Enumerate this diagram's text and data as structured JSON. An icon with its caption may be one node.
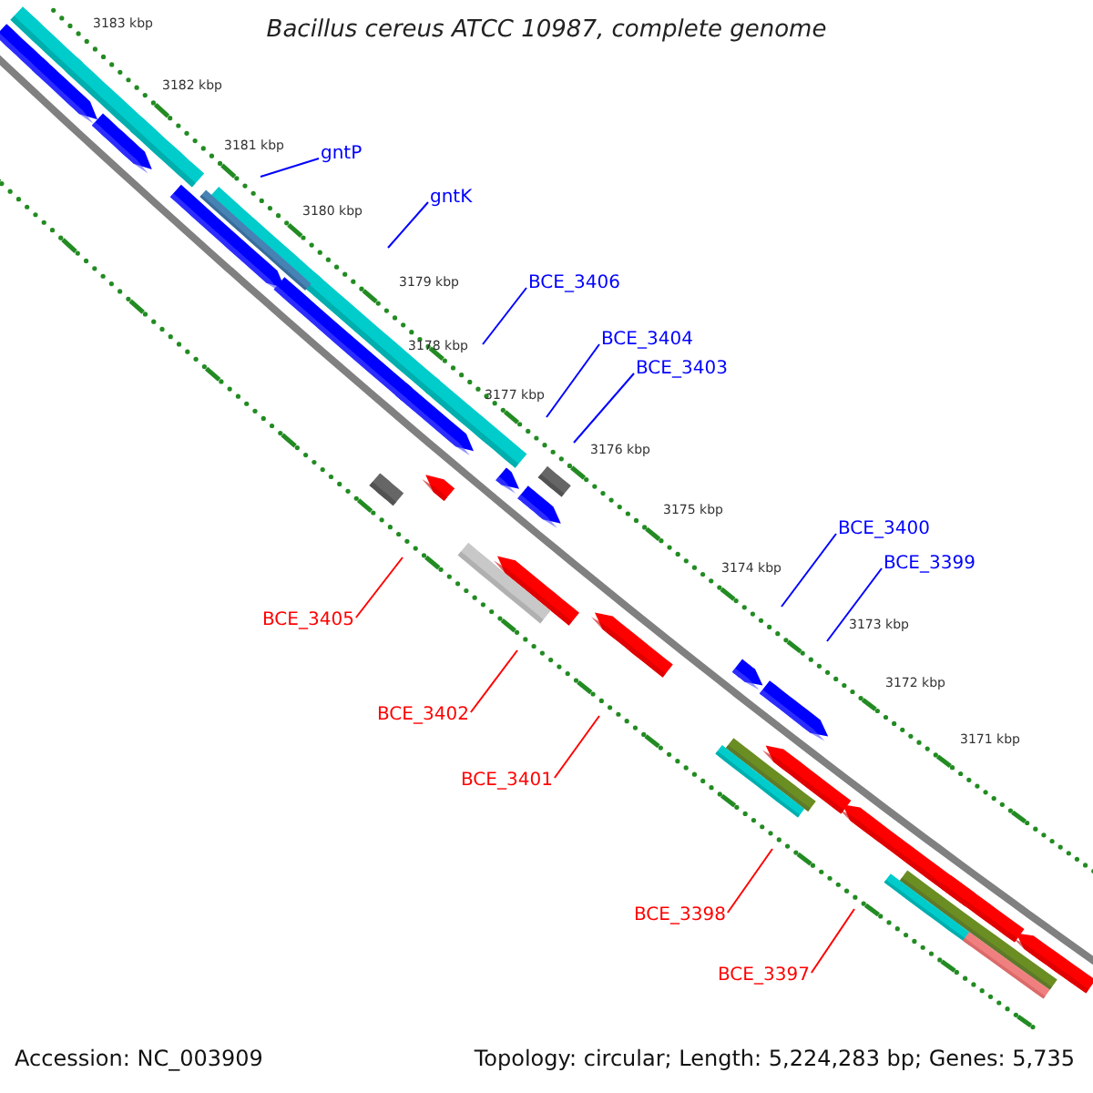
{
  "diagram": {
    "title": "Bacillus cereus ATCC 10987, complete genome",
    "nodes": [
      {
        "text": [
          "gntP"
        ]
      },
      {
        "text": [
          "gntK"
        ]
      },
      {
        "text": [
          "BCE_3406"
        ]
      },
      {
        "text": [
          "BCE_3404"
        ]
      },
      {
        "text": [
          "BCE_3403"
        ]
      },
      {
        "text": [
          "BCE_3400"
        ]
      },
      {
        "text": [
          "BCE_3399"
        ]
      },
      {
        "text": [
          "BCE_3405"
        ]
      },
      {
        "text": [
          "BCE_3402"
        ]
      },
      {
        "text": [
          "BCE_3401"
        ]
      },
      {
        "text": [
          "BCE_3398"
        ]
      },
      {
        "text": [
          "BCE_3397"
        ]
      }
    ],
    "edges": [
      {
        "from": 0,
        "to": null,
        "arrow": "none"
      },
      {
        "from": 1,
        "to": null,
        "arrow": "none"
      },
      {
        "from": 2,
        "to": null,
        "arrow": "none"
      },
      {
        "from": 3,
        "to": null,
        "arrow": "none"
      },
      {
        "from": 4,
        "to": null,
        "arrow": "none"
      },
      {
        "from": 5,
        "to": null,
        "arrow": "none"
      },
      {
        "from": 6,
        "to": null,
        "arrow": "none"
      },
      {
        "from": 7,
        "to": null,
        "arrow": "none",
        "color": "#ff0000"
      },
      {
        "from": 8,
        "to": null,
        "arrow": "none",
        "color": "#ff0000"
      },
      {
        "from": 9,
        "to": null,
        "arrow": "none",
        "color": "#ff0000"
      },
      {
        "from": 10,
        "to": null,
        "arrow": "none",
        "color": "#ff0000"
      },
      {
        "from": 11,
        "to": null,
        "arrow": "none",
        "color": "#ff0000"
      }
    ],
    "labels": [
      "3183 kbp",
      "3182 kbp",
      "3181 kbp",
      "3180 kbp",
      "3179 kbp",
      "3178 kbp",
      "3177 kbp",
      "3176 kbp",
      "3175 kbp",
      "3174 kbp",
      "3173 kbp",
      "3172 kbp",
      "3171 kbp",
      "Accession: NC_003909",
      "Topology: circular; Length: 5,224,283 bp; Genes: 5,735"
    ]
  }
}
